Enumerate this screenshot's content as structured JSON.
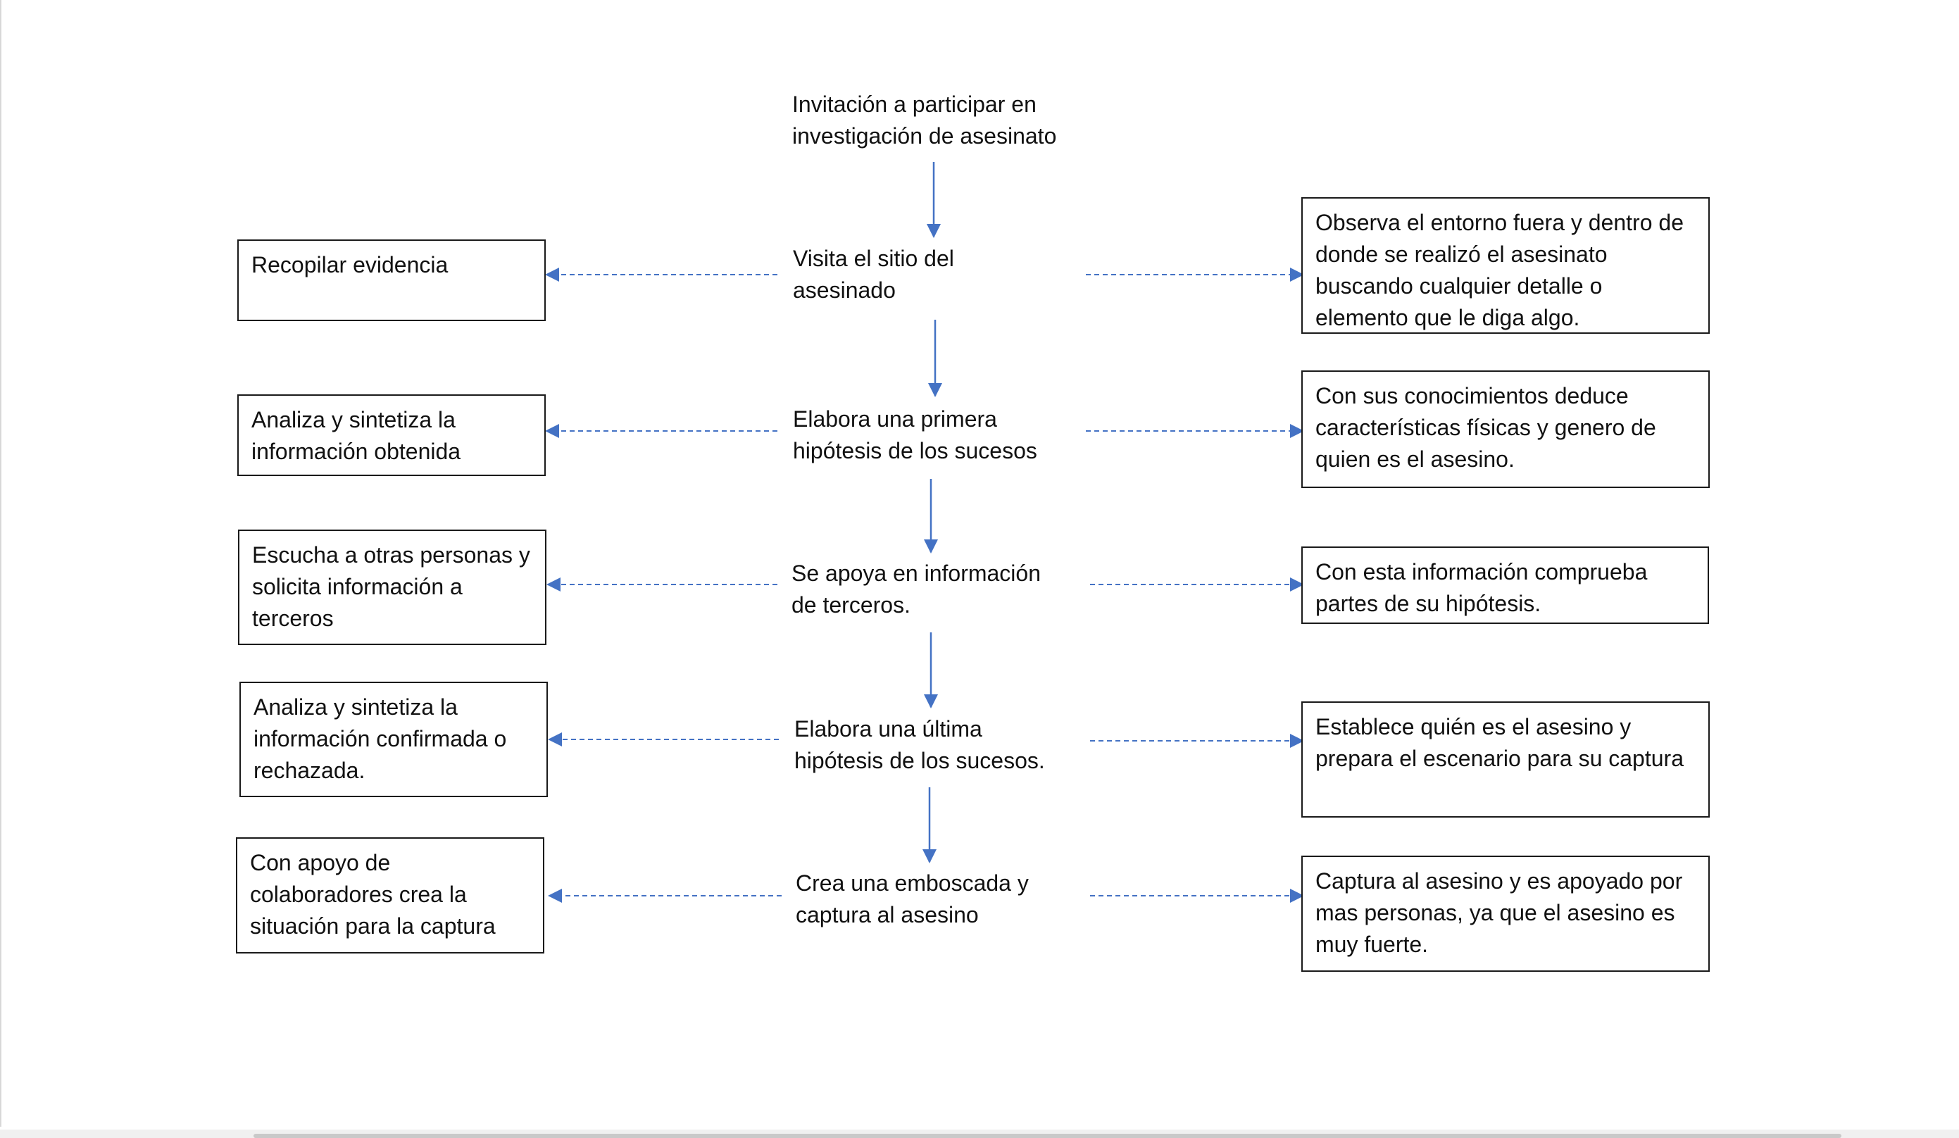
{
  "colors": {
    "arrow": "#4472c4",
    "box_border": "#1a1a1a",
    "text": "#111111"
  },
  "flow": {
    "steps": [
      {
        "line1": "Invitación a participar en",
        "line2": "investigación de asesinato"
      },
      {
        "line1": "Visita el sitio del",
        "line2": "asesinado"
      },
      {
        "line1": "Elabora una primera",
        "line2": "hipótesis de los sucesos"
      },
      {
        "line1": "Se apoya en información",
        "line2": "de terceros."
      },
      {
        "line1": "Elabora una última",
        "line2": "hipótesis de los sucesos."
      },
      {
        "line1": "Crea una emboscada y",
        "line2": "captura al asesino"
      }
    ],
    "left_boxes": [
      {
        "text": "Recopilar evidencia"
      },
      {
        "text": "Analiza y sintetiza la información obtenida"
      },
      {
        "text": "Escucha a otras personas y solicita información a terceros"
      },
      {
        "text": "Analiza y sintetiza la información confirmada o rechazada."
      },
      {
        "text": "Con apoyo de colaboradores crea la situación para la captura"
      }
    ],
    "right_boxes": [
      {
        "text": "Observa el entorno fuera y dentro de donde se realizó el asesinato buscando cualquier detalle o elemento que le diga algo."
      },
      {
        "text": "Con sus conocimientos deduce características físicas y genero de quien es el asesino."
      },
      {
        "text": "Con esta información comprueba partes de su hipótesis."
      },
      {
        "text": "Establece quién es el asesino y prepara el escenario para su captura"
      },
      {
        "text": "Captura al asesino y es apoyado por mas personas, ya que el asesino es muy fuerte."
      }
    ]
  }
}
